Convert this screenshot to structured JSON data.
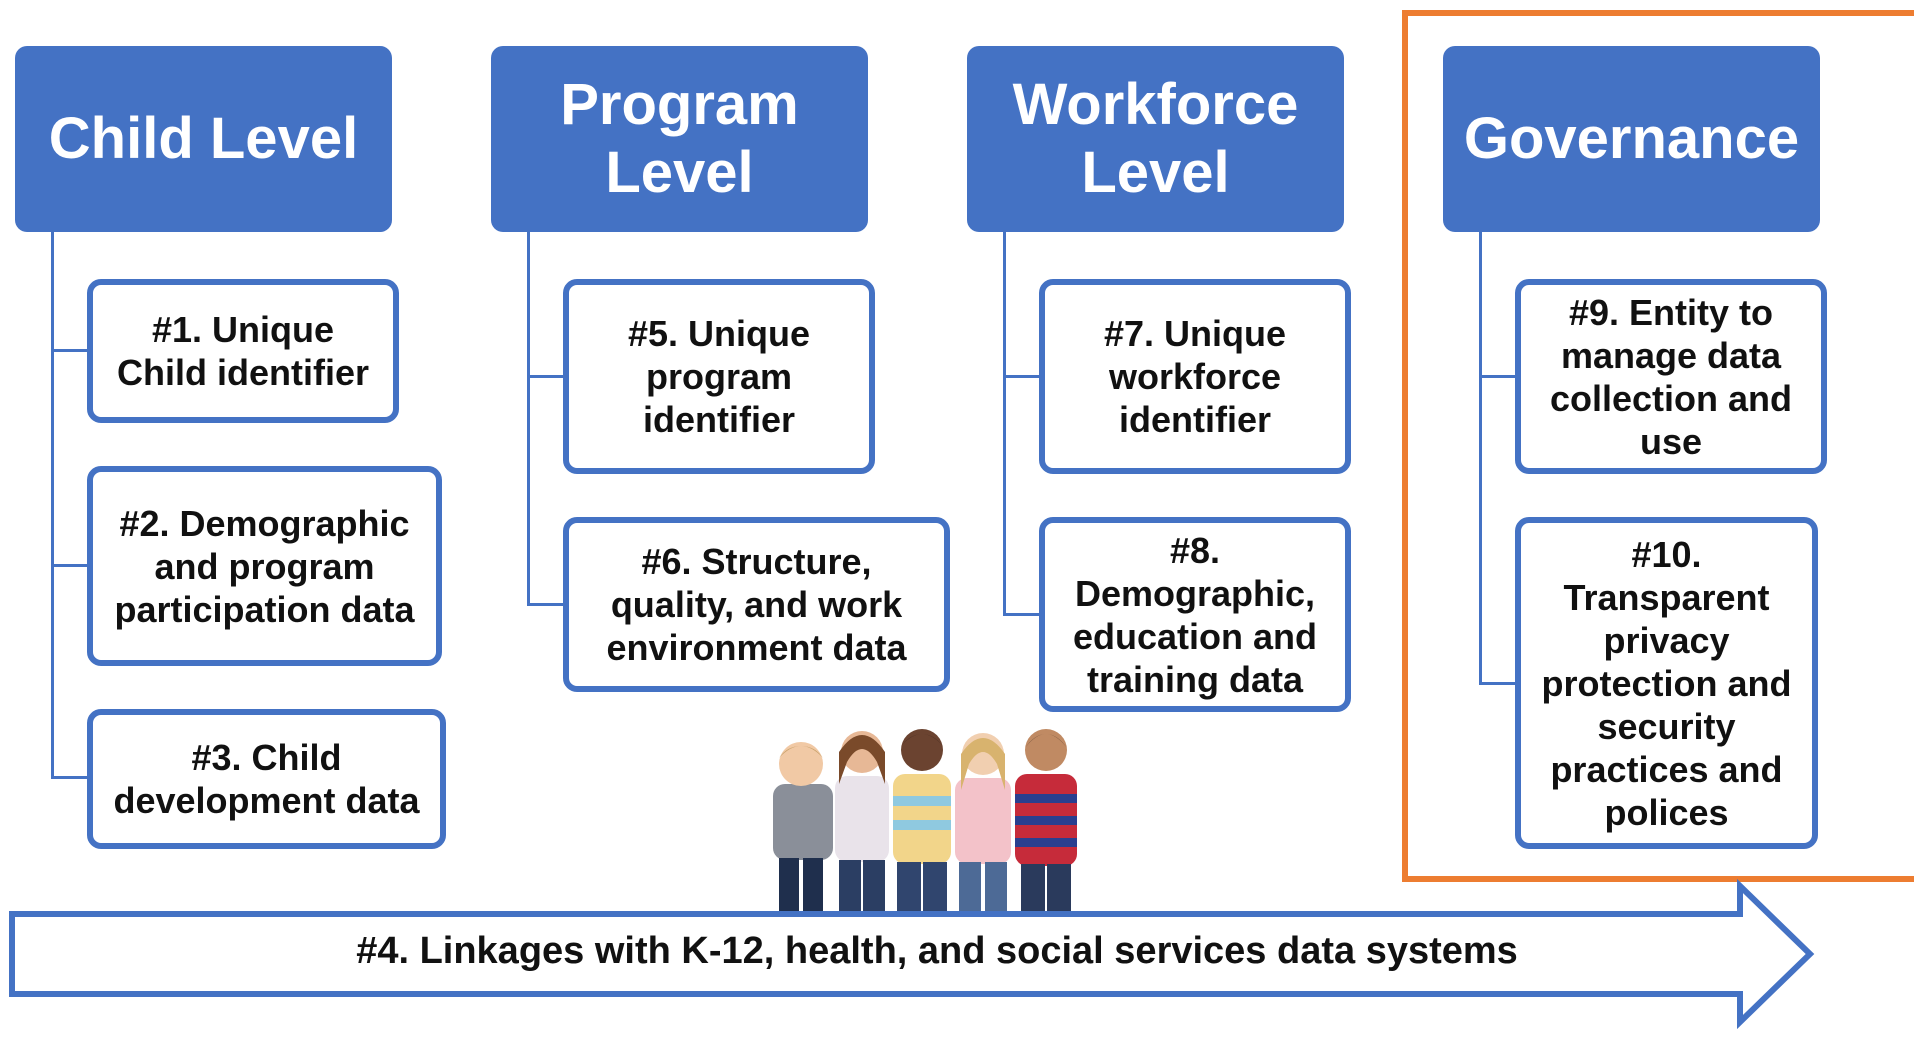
{
  "columns": [
    {
      "header": "Child Level",
      "items": [
        "#1. Unique Child identifier",
        "#2. Demographic and program participation data",
        "#3. Child development data"
      ]
    },
    {
      "header": "Program Level",
      "items": [
        "#5. Unique program identifier",
        "#6. Structure, quality, and work environment data"
      ]
    },
    {
      "header": "Workforce Level",
      "items": [
        "#7. Unique workforce identifier",
        "#8. Demographic, education and training data"
      ]
    },
    {
      "header": "Governance",
      "items": [
        "#9. Entity to manage data collection and use",
        "#10. Transparent privacy protection and security practices and polices"
      ]
    }
  ],
  "linkage_arrow": "#4. Linkages with K-12, health, and social services data systems",
  "colors": {
    "box_blue": "#4472c4",
    "governance_frame": "#ed7d31",
    "text": "#111111"
  },
  "photo": "group of five children with backpacks"
}
